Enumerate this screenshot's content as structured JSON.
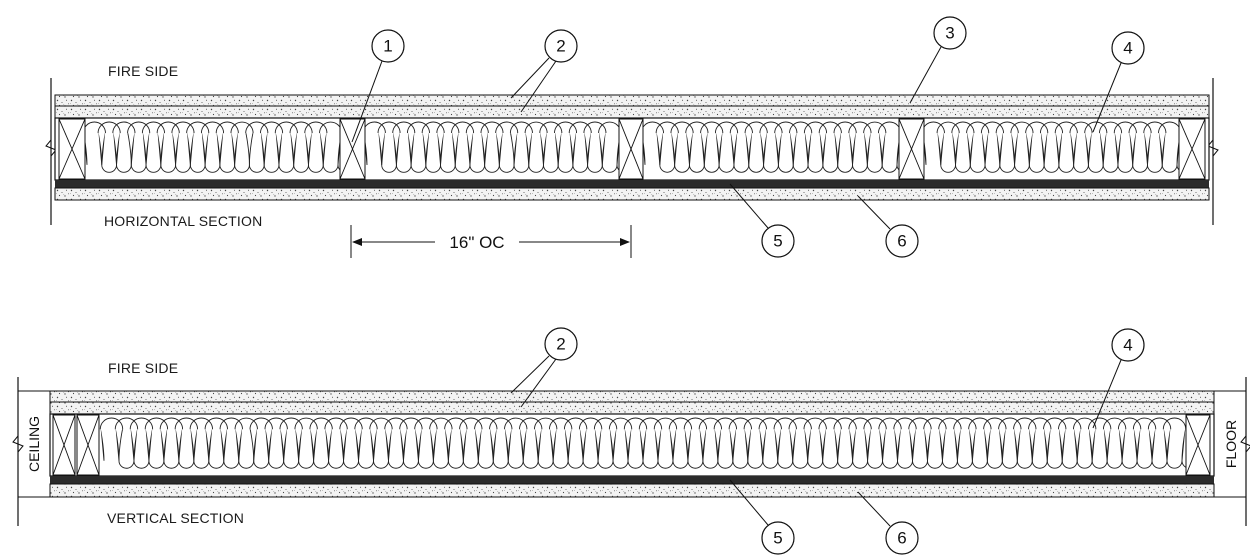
{
  "horizontal": {
    "fire_side": "FIRE SIDE",
    "section_label": "HORIZONTAL SECTION",
    "spacing": "16\" OC",
    "callouts": [
      "1",
      "2",
      "3",
      "4",
      "5",
      "6"
    ]
  },
  "vertical": {
    "fire_side": "FIRE SIDE",
    "section_label": "VERTICAL SECTION",
    "left_end": "CEILING",
    "right_end": "FLOOR",
    "callouts": [
      "2",
      "4",
      "5",
      "6"
    ]
  },
  "colors": {
    "line": "#111111",
    "board": "#f2f2f2",
    "speckle": "#555555",
    "membrane": "#2b2b2b"
  }
}
